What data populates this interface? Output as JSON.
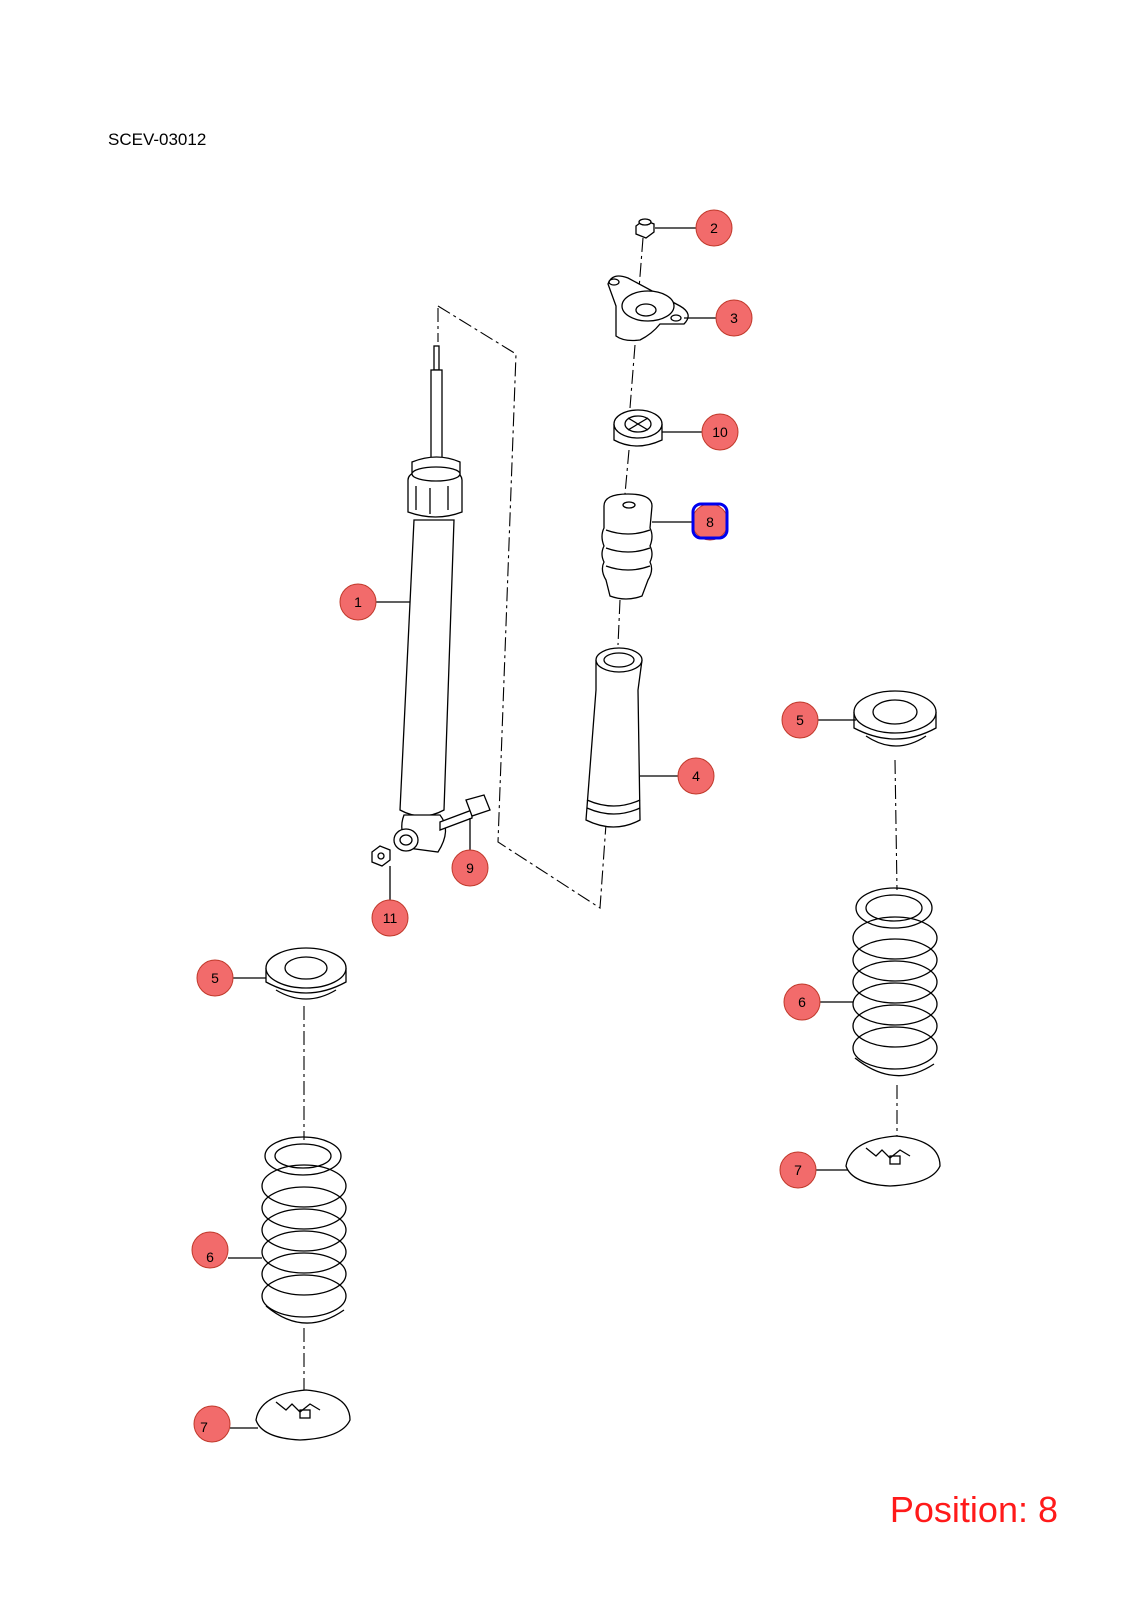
{
  "diagram_id": "SCEV-03012",
  "position_label": "Position: 8",
  "colors": {
    "callout_fill": "#f26b6b",
    "callout_stroke": "#c0392b",
    "selected_outline": "#0000ee",
    "position_text": "#ff1a1a",
    "line": "#000000"
  },
  "callouts": [
    {
      "id": "2",
      "label": "2"
    },
    {
      "id": "3",
      "label": "3"
    },
    {
      "id": "10",
      "label": "10"
    },
    {
      "id": "8",
      "label": "8",
      "selected": true
    },
    {
      "id": "1",
      "label": "1"
    },
    {
      "id": "4",
      "label": "4"
    },
    {
      "id": "5a",
      "label": "5"
    },
    {
      "id": "9",
      "label": "9"
    },
    {
      "id": "11",
      "label": "11"
    },
    {
      "id": "5b",
      "label": "5"
    },
    {
      "id": "6a",
      "label": "6"
    },
    {
      "id": "6b",
      "label": "6"
    },
    {
      "id": "7a",
      "label": "7"
    },
    {
      "id": "7b",
      "label": "7"
    }
  ]
}
